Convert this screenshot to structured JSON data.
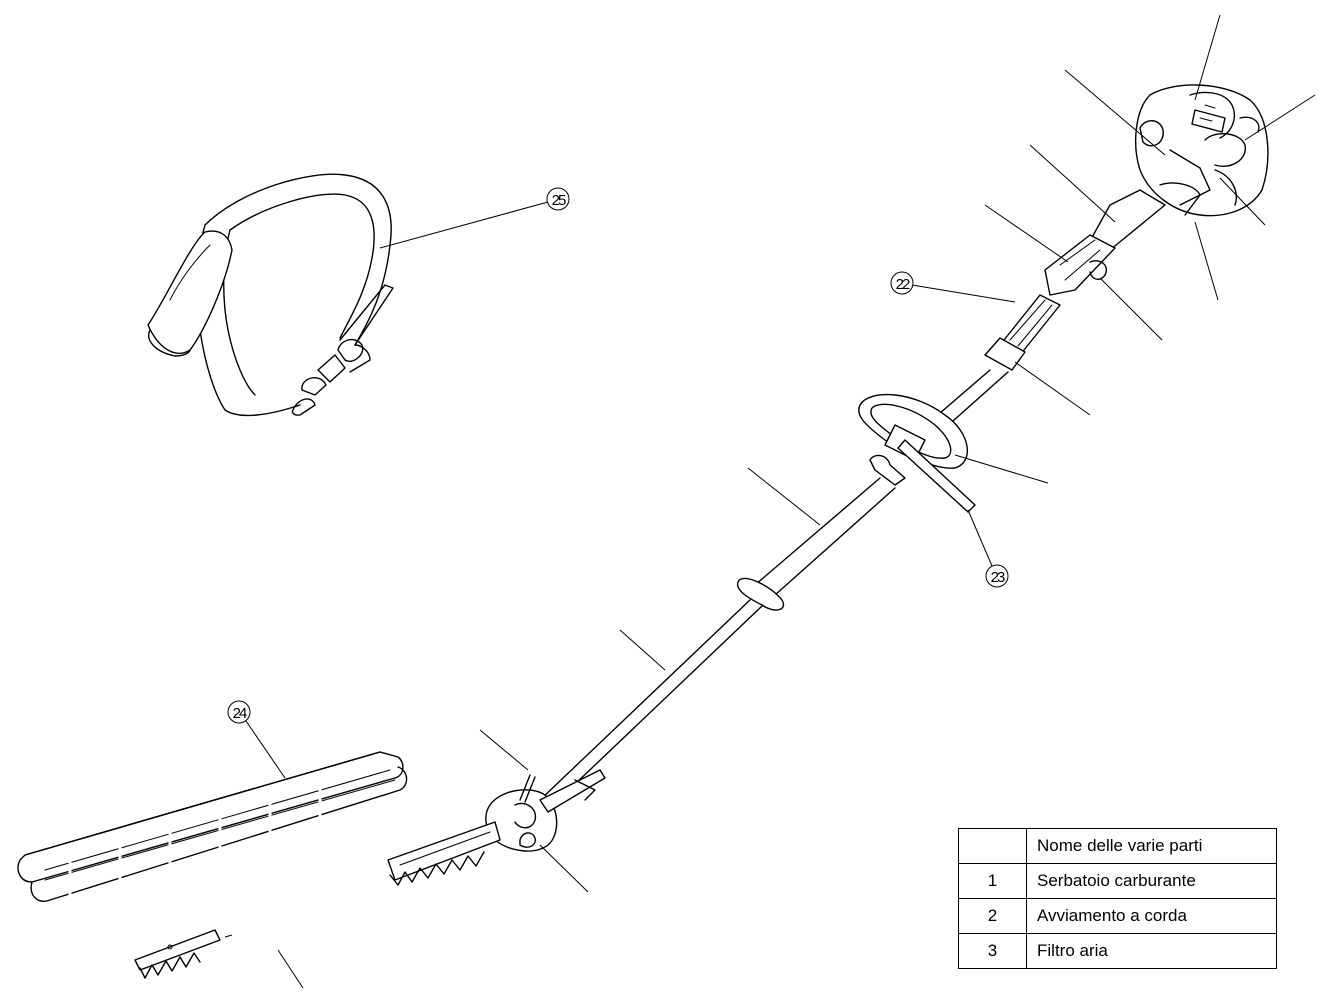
{
  "callouts": [
    {
      "id": "harness",
      "label": "25"
    },
    {
      "id": "grip",
      "label": "22"
    },
    {
      "id": "loop-handle",
      "label": "23"
    },
    {
      "id": "blade-cover",
      "label": "24"
    }
  ],
  "parts_table": {
    "header": {
      "number": "",
      "name": "Nome delle varie parti"
    },
    "rows": [
      {
        "number": "1",
        "name": "Serbatoio carburante"
      },
      {
        "number": "2",
        "name": "Avviamento a corda"
      },
      {
        "number": "3",
        "name": "Filtro aria"
      }
    ]
  }
}
